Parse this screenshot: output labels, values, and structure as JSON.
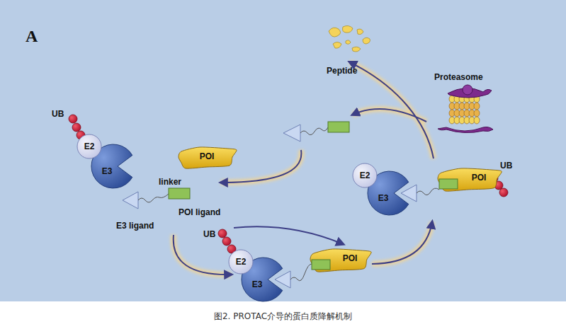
{
  "diagram": {
    "caption": "图2. PROTAC介导的蛋白质降解机制",
    "nodes": [
      {
        "text": [
          "E2"
        ]
      },
      {
        "text": [
          "E3"
        ]
      },
      {
        "text": [
          "POI"
        ]
      },
      {
        "text": [
          "E2"
        ]
      },
      {
        "text": [
          "E3"
        ]
      },
      {
        "text": [
          "POI"
        ]
      },
      {
        "text": [
          "E2"
        ]
      },
      {
        "text": [
          "E3"
        ]
      },
      {
        "text": [
          "POI"
        ]
      }
    ],
    "labels": [
      "A",
      "UB",
      "linker",
      "POI ligand",
      "E3 ligand",
      "Peptide",
      "Proteasome",
      "UB",
      "UB"
    ]
  }
}
